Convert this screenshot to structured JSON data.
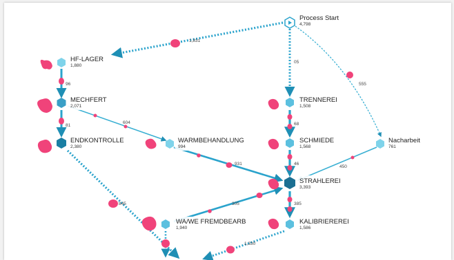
{
  "colors": {
    "edge": "#3ab0d3",
    "edge_dark": "#1f8fb5",
    "token": "#f0437a",
    "node_light": "#7fd3ea",
    "node_dark": "#1b7fa3",
    "label_bg": "#ffffff"
  },
  "nodes": [
    {
      "id": "process_start",
      "name": "Process Start",
      "count": "4,798",
      "icon": "play-hexagon-icon"
    },
    {
      "id": "hf_lager",
      "name": "HF-LAGER",
      "count": "1,880",
      "icon": "hexagon-icon"
    },
    {
      "id": "mechfert",
      "name": "MECHFERT",
      "count": "2,071",
      "icon": "hexagon-icon"
    },
    {
      "id": "endkontrolle",
      "name": "ENDKONTROLLE",
      "count": "2,380",
      "icon": "hexagon-icon"
    },
    {
      "id": "warmbehandlung",
      "name": "WARMBEHANDLUNG",
      "count": "994",
      "icon": "hexagon-icon"
    },
    {
      "id": "trennerei",
      "name": "TRENNEREI",
      "count": "1,508",
      "icon": "hexagon-icon"
    },
    {
      "id": "schmiede",
      "name": "SCHMIEDE",
      "count": "1,568",
      "icon": "hexagon-icon"
    },
    {
      "id": "nacharbeit",
      "name": "Nacharbeit",
      "count": "761",
      "icon": "hexagon-icon"
    },
    {
      "id": "strahlerei",
      "name": "STRAHLEREI",
      "count": "3,393",
      "icon": "hexagon-icon"
    },
    {
      "id": "wa_we",
      "name": "WA/WE FREMDBEARB",
      "count": "1,940",
      "icon": "hexagon-icon"
    },
    {
      "id": "kalibriererei",
      "name": "KALIBRIEREREI",
      "count": "1,586",
      "icon": "hexagon-icon"
    }
  ],
  "edges": [
    {
      "id": "start_hflager",
      "label": "1,831"
    },
    {
      "id": "start_trennerei",
      "label": "05"
    },
    {
      "id": "start_nacharbeit",
      "label": "555"
    },
    {
      "id": "hflager_mechfert",
      "label": "96"
    },
    {
      "id": "mechfert_endkontrolle",
      "label": "81"
    },
    {
      "id": "mechfert_warmbehandlung",
      "label": "604"
    },
    {
      "id": "trennerei_schmiede",
      "label": "68"
    },
    {
      "id": "schmiede_strahlerei",
      "label": "46"
    },
    {
      "id": "warmbehandlung_strahlerei",
      "label": "931"
    },
    {
      "id": "nacharbeit_strahlerei",
      "label": "450"
    },
    {
      "id": "strahlerei_kalibriererei",
      "label": "385"
    },
    {
      "id": "endkontrolle_end",
      "label": "845"
    },
    {
      "id": "wawe_strahlerei",
      "label": "305"
    },
    {
      "id": "kalibriererei_end",
      "label": "1,330"
    }
  ]
}
